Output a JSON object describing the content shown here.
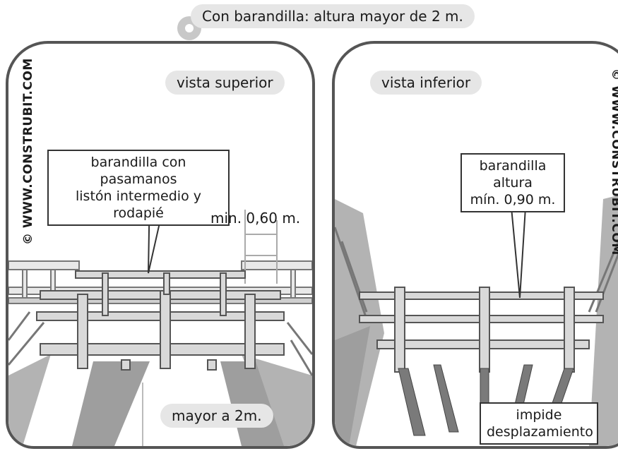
{
  "header": {
    "title": "Con barandilla: altura mayor de 2 m."
  },
  "left_panel": {
    "view_label": "vista superior",
    "watermark": "© WWW.CONSTRUBIT.COM",
    "callout": [
      "barandilla con pasamanos",
      "listón intermedio y rodapié"
    ],
    "dimension_label": "min. 0,60 m.",
    "bottom_label": "mayor a 2m."
  },
  "right_panel": {
    "view_label": "vista inferior",
    "watermark": "© WWW.CONSTRUBIT.COM",
    "callout": [
      "barandilla",
      "altura",
      "mín. 0,90 m."
    ],
    "bottom_callout": [
      "impide",
      "desplazamiento"
    ]
  },
  "colors": {
    "frame": "#555555",
    "pill": "#e6e6e6",
    "shading": "#b3b3b3",
    "beam": "#d9d9d9",
    "ring": "#c8c8c8"
  }
}
